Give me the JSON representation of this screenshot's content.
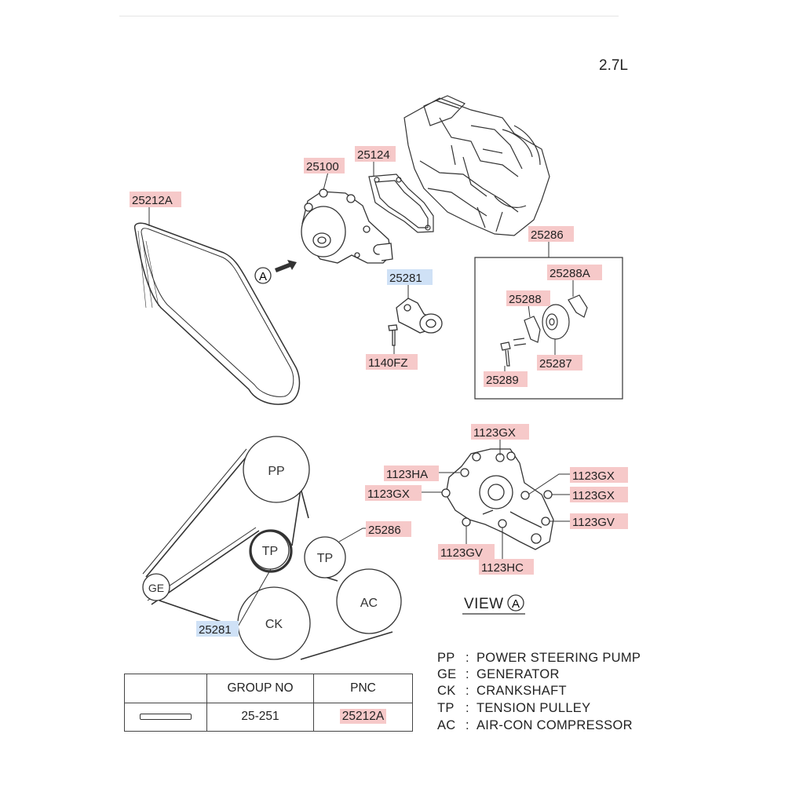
{
  "engine": "2.7L",
  "callouts": {
    "belt": "25212A",
    "water_pump": "25100",
    "gasket": "25124",
    "tensioner": "25281",
    "bolt": "1140FZ",
    "idler_assy": "25286",
    "idler_cover_a": "25288A",
    "idler_cover": "25288",
    "idler_pulley": "25287",
    "idler_bolt": "25289"
  },
  "view_a": {
    "label": "VIEW",
    "marker": "A",
    "bolts": [
      "1123GX",
      "1123HA",
      "1123GX",
      "1123GX",
      "1123GX",
      "1123GV",
      "1123GV",
      "1123HC"
    ]
  },
  "routing": {
    "pulleys": [
      "PP",
      "TP",
      "TP",
      "GE",
      "CK",
      "AC"
    ],
    "tp_callout_right": "25286",
    "tp_callout_left": "25281"
  },
  "arrow_marker": "A",
  "legend": [
    {
      "abbr": "PP",
      "desc": "POWER STEERING PUMP"
    },
    {
      "abbr": "GE",
      "desc": "GENERATOR"
    },
    {
      "abbr": "CK",
      "desc": "CRANKSHAFT"
    },
    {
      "abbr": "TP",
      "desc": "TENSION PULLEY"
    },
    {
      "abbr": "AC",
      "desc": "AIR-CON COMPRESSOR"
    }
  ],
  "table": {
    "headers": [
      "",
      "GROUP NO",
      "PNC"
    ],
    "row": {
      "group_no": "25-251",
      "pnc": "25212A"
    }
  }
}
